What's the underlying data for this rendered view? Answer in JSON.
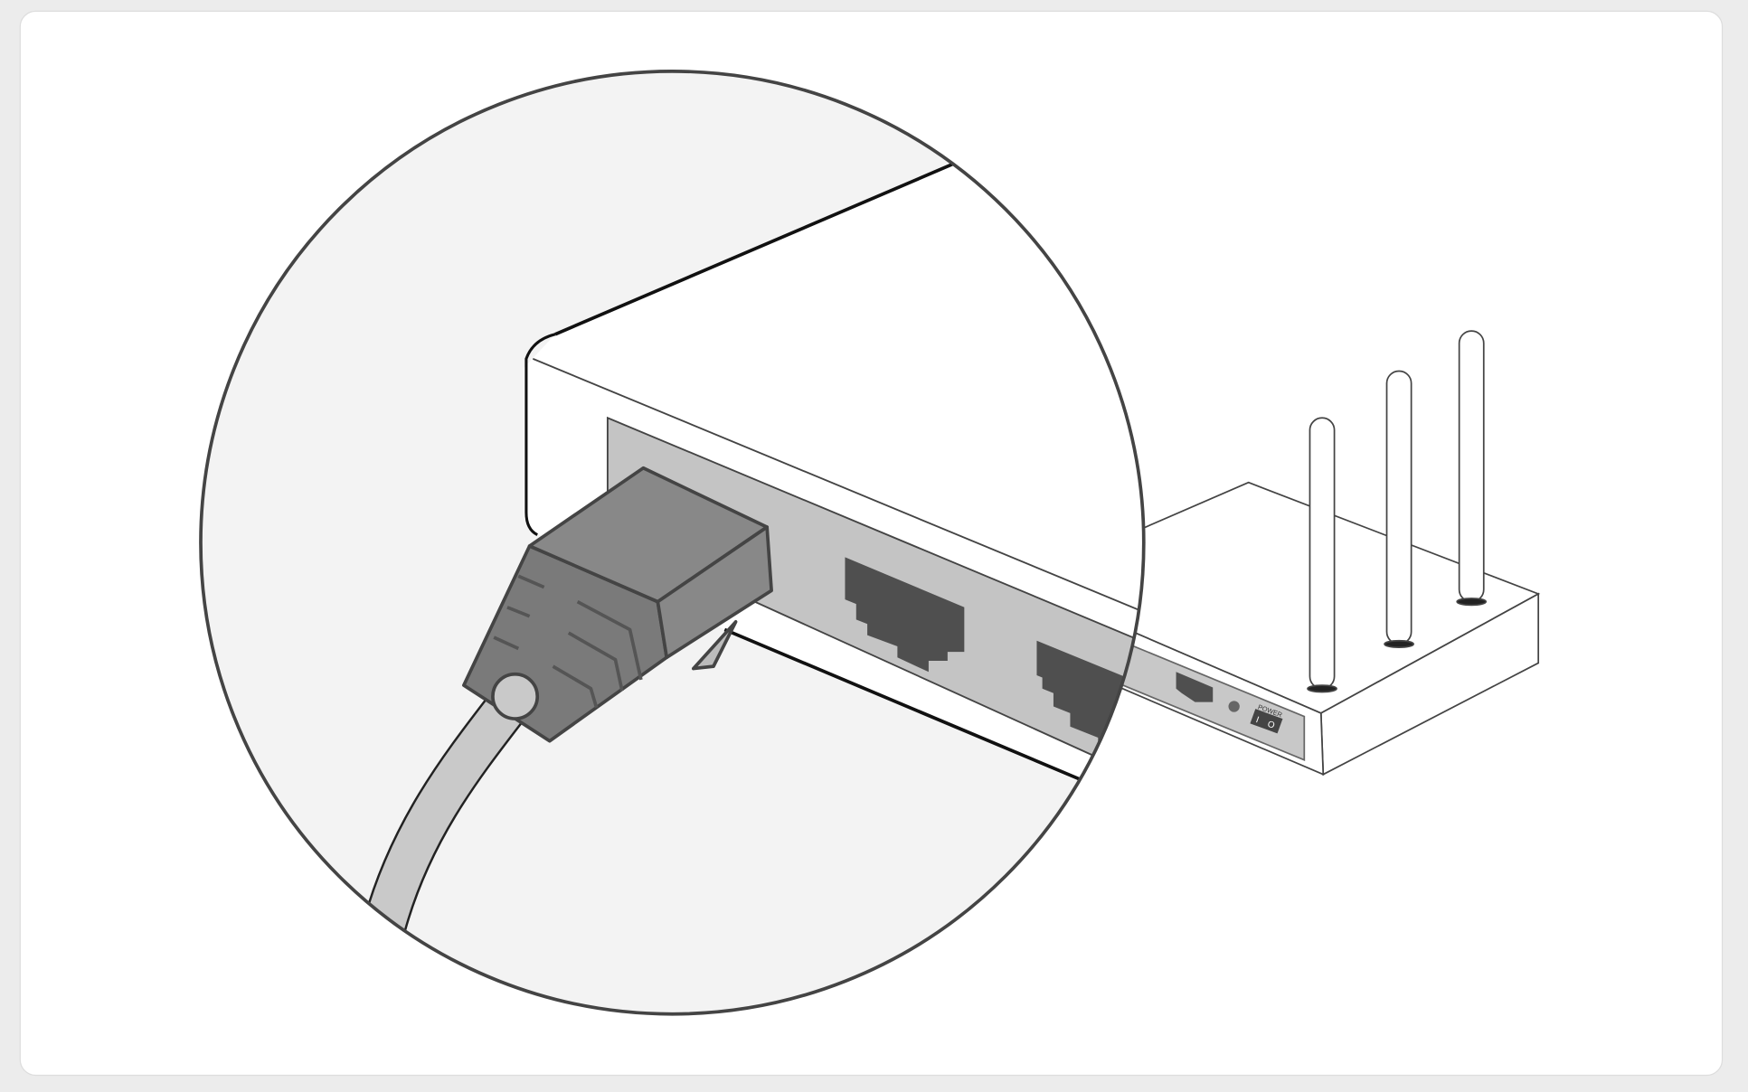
{
  "figure": {
    "power_label": "POWER",
    "switch_on": "I",
    "switch_off": "O"
  },
  "colors": {
    "background": "#ececec",
    "card": "#ffffff",
    "zoom_fill": "#f3f3f3",
    "outline": "#444444",
    "panel": "#c4c4c4",
    "port": "#4f4f4f",
    "plug": "#878787"
  }
}
